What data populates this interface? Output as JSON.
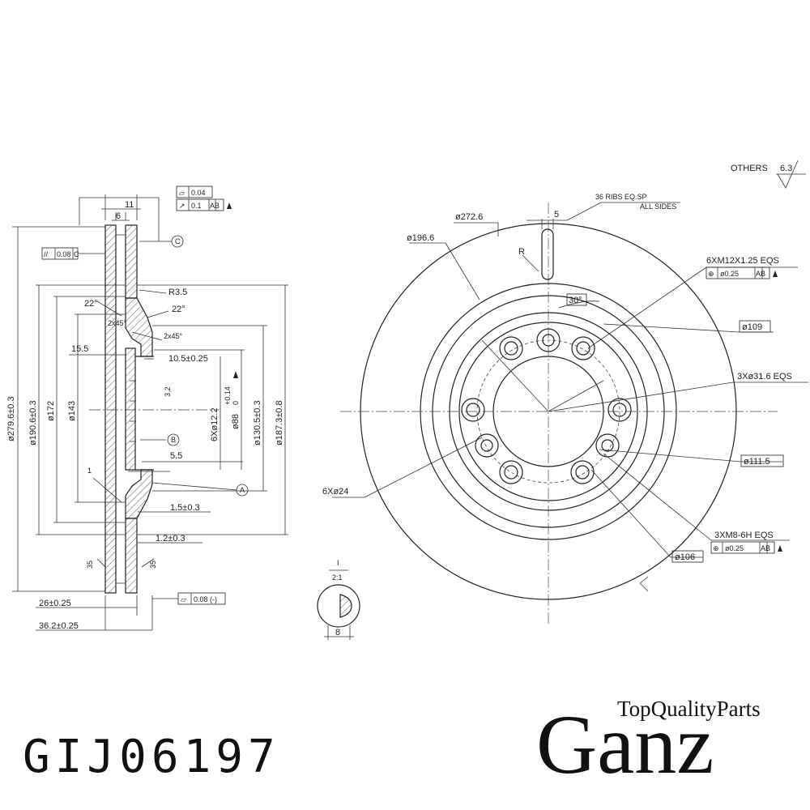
{
  "product": {
    "part_number": "GIJ06197"
  },
  "brand": {
    "name": "Ganz",
    "tagline": "TopQualityParts"
  },
  "section_view": {
    "dims": {
      "d279": "ø279.6±0.3",
      "d190": "ø190.6±0.3",
      "d172": "ø172",
      "d143": "ø143",
      "d12": "6Xø12.2",
      "d88": "ø88",
      "d88_tol_top": "+0.14",
      "d88_tol_bot": "0",
      "d130": "ø130.5±0.3",
      "d187": "ø187.3±0.8",
      "w11": "11",
      "w6": "6",
      "r35": "R3.5",
      "a22a": "22°",
      "a22b": "22°",
      "ch1": "2x45°",
      "ch2": "2x45°",
      "t155": "15.5",
      "t105": "10.5±0.25",
      "t55": "5.5",
      "t15": "1.5±0.3",
      "t12": "1.2±0.3",
      "t26": "26±0.25",
      "t362": "36.2±0.25",
      "a35l": "35",
      "a35r": "35",
      "rough32": "3.2",
      "mark1": "1"
    },
    "datums": {
      "c": "C",
      "b": "B",
      "a": "A"
    },
    "fcf_flat": "0.04",
    "fcf_runout_val": "0.1",
    "fcf_runout_ref": "AB",
    "fcf_parallel_val": "0.08",
    "fcf_parallel_ref": "C",
    "fcf_flat2": "0.08 (-)"
  },
  "front_view": {
    "others_finish": "OTHERS",
    "others_value": "6.3",
    "ribs_note": "36 RIBS EQ.SP",
    "all_sides": "ALL SIDES",
    "d272": "ø272.6",
    "d196": "ø196.6",
    "w5": "5",
    "r_label": "R",
    "thread_note": "6XM12X1.25 EQS",
    "fcf1_val": "ø0.25",
    "fcf1_ref": "AB",
    "angle30": "30°",
    "d109": "ø109",
    "holes_316": "3Xø31.6 EQS",
    "d1115": "ø111.5",
    "holes_24": "6Xø24",
    "thread2_note": "3XM8-6H EQS",
    "fcf2_val": "ø0.25",
    "fcf2_ref": "AB",
    "d106": "ø106",
    "detail_label": "I",
    "detail_scale": "2:1",
    "detail_dim": "8"
  }
}
